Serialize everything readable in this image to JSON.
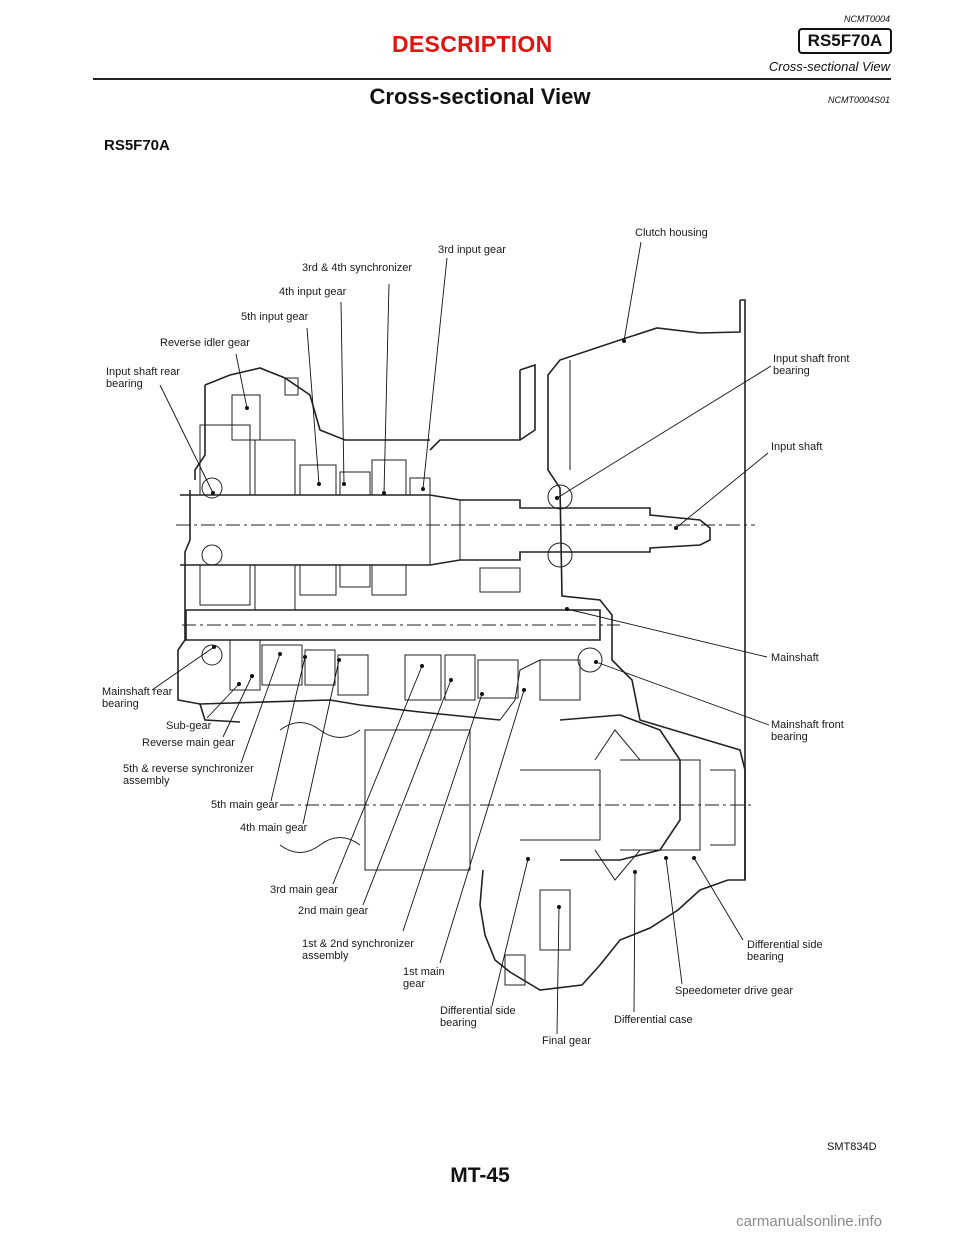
{
  "header": {
    "code": "NCMT0004",
    "section": "DESCRIPTION",
    "model_box": "RS5F70A",
    "subtitle": "Cross-sectional View"
  },
  "section": {
    "title": "Cross-sectional View",
    "code": "NCMT0004S01",
    "model": "RS5F70A"
  },
  "labels": [
    {
      "id": "clutch-housing",
      "text": "Clutch housing"
    },
    {
      "id": "3rd-input-gear",
      "text": "3rd input gear"
    },
    {
      "id": "3rd-4th-synchronizer",
      "text": "3rd & 4th synchronizer"
    },
    {
      "id": "4th-input-gear",
      "text": "4th input gear"
    },
    {
      "id": "5th-input-gear",
      "text": "5th input gear"
    },
    {
      "id": "reverse-idler-gear",
      "text": "Reverse idler gear"
    },
    {
      "id": "input-shaft-rear-bearing",
      "text": "Input shaft rear\nbearing"
    },
    {
      "id": "input-shaft-front-bearing",
      "text": "Input shaft front\nbearing"
    },
    {
      "id": "input-shaft",
      "text": "Input shaft"
    },
    {
      "id": "mainshaft",
      "text": "Mainshaft"
    },
    {
      "id": "mainshaft-front-bearing",
      "text": "Mainshaft front\nbearing"
    },
    {
      "id": "mainshaft-rear-bearing",
      "text": "Mainshaft rear\nbearing"
    },
    {
      "id": "sub-gear",
      "text": "Sub-gear"
    },
    {
      "id": "reverse-main-gear",
      "text": "Reverse main gear"
    },
    {
      "id": "5th-reverse-synchronizer",
      "text": "5th & reverse synchronizer\nassembly"
    },
    {
      "id": "5th-main-gear",
      "text": "5th main gear"
    },
    {
      "id": "4th-main-gear",
      "text": "4th main gear"
    },
    {
      "id": "3rd-main-gear",
      "text": "3rd main gear"
    },
    {
      "id": "2nd-main-gear",
      "text": "2nd main gear"
    },
    {
      "id": "1st-2nd-synchronizer",
      "text": "1st & 2nd synchronizer\nassembly"
    },
    {
      "id": "1st-main-gear",
      "text": "1st main\ngear"
    },
    {
      "id": "differential-side-bearing-left",
      "text": "Differential side\nbearing"
    },
    {
      "id": "final-gear",
      "text": "Final gear"
    },
    {
      "id": "differential-case",
      "text": "Differential case"
    },
    {
      "id": "speedometer-drive-gear",
      "text": "Speedometer drive gear"
    },
    {
      "id": "differential-side-bearing-right",
      "text": "Differential side\nbearing"
    }
  ],
  "figure_code": "SMT834D",
  "page_number": "MT-45",
  "watermark": "carmanualsonline.info"
}
